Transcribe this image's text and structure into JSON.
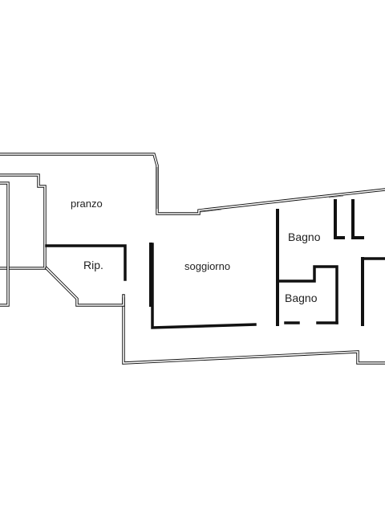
{
  "plan": {
    "rooms": [
      {
        "id": "pranzo",
        "label": "pranzo"
      },
      {
        "id": "ripostiglio",
        "label": "Rip."
      },
      {
        "id": "soggiorno",
        "label": "soggiorno"
      },
      {
        "id": "bagno-1",
        "label": "Bagno"
      },
      {
        "id": "bagno-2",
        "label": "Bagno"
      }
    ]
  }
}
